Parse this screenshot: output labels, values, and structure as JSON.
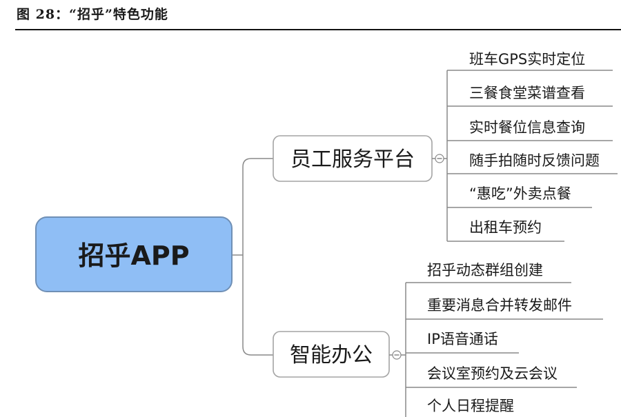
{
  "figure_title": "图 28：“招乎”特色功能",
  "root": {
    "label": "招乎APP"
  },
  "branches": [
    {
      "label": "员工服务平台",
      "collapse_icon": "collapse-minus-icon",
      "items": [
        "班车GPS实时定位",
        "三餐食堂菜谱查看",
        "实时餐位信息查询",
        "随手拍随时反馈问题",
        "“惠吃”外卖点餐",
        "出租车预约"
      ]
    },
    {
      "label": "智能办公",
      "collapse_icon": "collapse-minus-icon",
      "items": [
        "招乎动态群组创建",
        "重要消息合并转发邮件",
        "IP语音通话",
        "会议室预约及云会议",
        "个人日程提醒"
      ]
    }
  ],
  "colors": {
    "root_fill": "#8fbef5",
    "root_stroke": "#6f8fb5",
    "line": "#888888",
    "box_stroke": "#a3a3a3"
  }
}
